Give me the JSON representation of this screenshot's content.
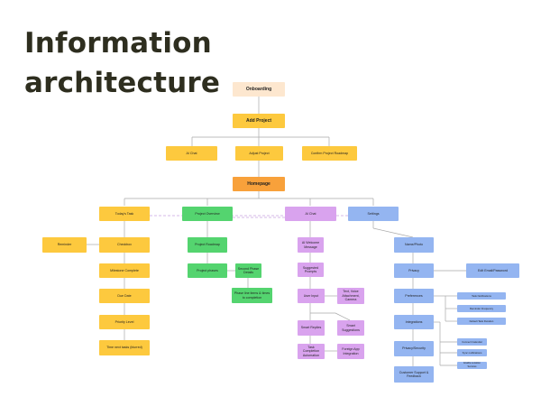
{
  "title": {
    "line1": "Information",
    "line2": "architecture"
  },
  "colors": {
    "onboarding": "#fde7cf",
    "yellow": "#fdc93e",
    "orange": "#f8a13b",
    "green": "#54d46f",
    "purple": "#d9a3ee",
    "blue": "#94b5f1",
    "line": "#a9a9a9"
  },
  "nodes": {
    "onboarding": "Onboarding",
    "add_project": "Add Project",
    "ai_chat_top": "AI Chat",
    "adjust_project": "Adjust Project",
    "confirm_roadmap": "Confirm Project Roadmap",
    "homepage": "Homepage",
    "todays_task": "Today's Task",
    "project_overview": "Project Overview",
    "ai_chat": "AI Chat",
    "settings": "Settings",
    "reminder": "Reminder",
    "checkbox": "Checkbox",
    "milestone_complete": "Milestone Complete",
    "due_date": "Due Date",
    "priority_level": "Priority Level",
    "time_next_tasks": "Time next tasks (blurred)",
    "project_roadmap": "Project Roadmap",
    "project_phases": "Project phases",
    "second_phase_details": "Second Phase Details",
    "phase_line_items": "Phase line items & times to completion",
    "ai_welcome": "AI Welcome Message",
    "suggested_prompts": "Suggested Prompts",
    "user_input": "User Input",
    "text_voice": "Text, Voice Attachment, Camera",
    "smart_replies": "Smart Replies",
    "smart_suggestions": "Smart Suggestions",
    "task_completion": "Task Completion Automation",
    "foreign_app": "Foreign App Integration",
    "name_photo": "Name/Photo",
    "privacy": "Privacy",
    "edit_email": "Edit Email/Password",
    "preferences": "Preferences",
    "task_notifications": "Task Notifications",
    "reminder_frequency": "Reminder Frequency",
    "default_task_duration": "Default Task Duration",
    "integrations": "Integrations",
    "connect_calendar": "Connect Calendar",
    "sync_notifications": "Sync notifications",
    "enable_location": "Enable Location Services",
    "privacy_security": "Privacy/Security",
    "customer_support": "Customer Support & Feedback"
  }
}
